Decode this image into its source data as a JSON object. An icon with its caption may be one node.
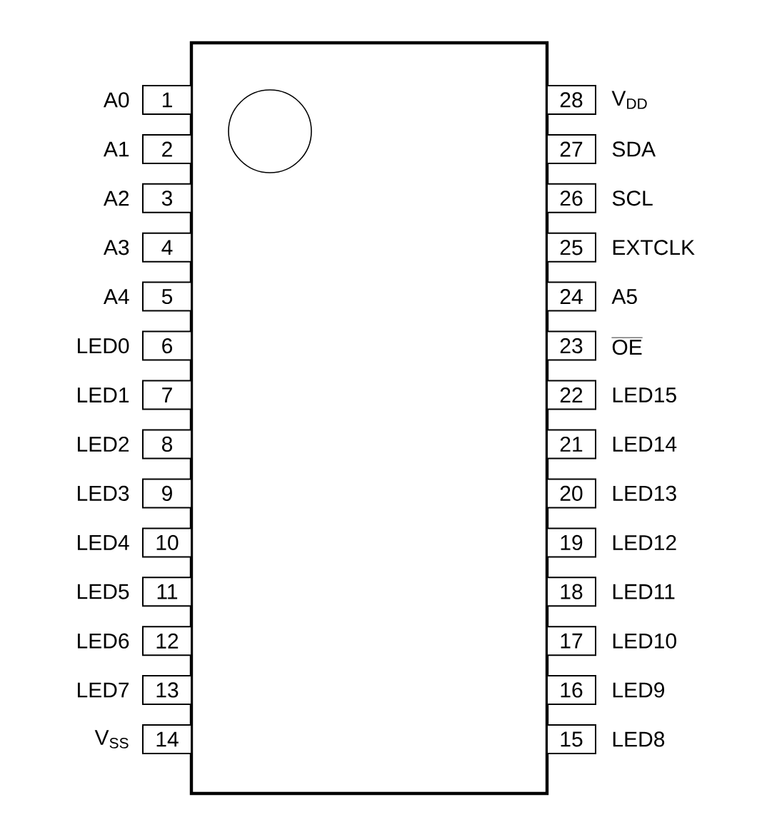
{
  "diagram": {
    "nodes": [
      {
        "text": [],
        "shape": "box"
      },
      {
        "text": [
          "1"
        ],
        "beside": [
          "A0"
        ]
      },
      {
        "text": [
          "2"
        ],
        "beside": [
          "A1"
        ]
      },
      {
        "text": [
          "3"
        ],
        "beside": [
          "A2"
        ]
      },
      {
        "text": [
          "4"
        ],
        "beside": [
          "A3"
        ]
      },
      {
        "text": [
          "5"
        ],
        "beside": [
          "A4"
        ]
      },
      {
        "text": [
          "6"
        ],
        "beside": [
          "LED0"
        ]
      },
      {
        "text": [
          "7"
        ],
        "beside": [
          "LED1"
        ]
      },
      {
        "text": [
          "8"
        ],
        "beside": [
          "LED2"
        ]
      },
      {
        "text": [
          "9"
        ],
        "beside": [
          "LED3"
        ]
      },
      {
        "text": [
          "10"
        ],
        "beside": [
          "LED4"
        ]
      },
      {
        "text": [
          "11"
        ],
        "beside": [
          "LED5"
        ]
      },
      {
        "text": [
          "12"
        ],
        "beside": [
          "LED6"
        ]
      },
      {
        "text": [
          "13"
        ],
        "beside": [
          "LED7"
        ]
      },
      {
        "text": [
          "14"
        ],
        "beside": [
          "V$_{SS}$"
        ]
      },
      {
        "text": [
          "28"
        ],
        "beside": [
          "V$_{DD}$"
        ]
      },
      {
        "text": [
          "27"
        ],
        "beside": [
          "SDA"
        ]
      },
      {
        "text": [
          "26"
        ],
        "beside": [
          "SCL"
        ]
      },
      {
        "text": [
          "25"
        ],
        "beside": [
          "EXTCLK"
        ]
      },
      {
        "text": [
          "24"
        ],
        "beside": [
          "A5"
        ]
      },
      {
        "text": [
          "23"
        ],
        "beside": [
          "\\overline{\\mbox{OE}}"
        ]
      },
      {
        "text": [
          "22"
        ],
        "beside": [
          "LED15"
        ]
      },
      {
        "text": [
          "21"
        ],
        "beside": [
          "LED14"
        ]
      },
      {
        "text": [
          "20"
        ],
        "beside": [
          "LED13"
        ]
      },
      {
        "text": [
          "19"
        ],
        "beside": [
          "LED12"
        ]
      },
      {
        "text": [
          "18"
        ],
        "beside": [
          "LED11"
        ]
      },
      {
        "text": [
          "17"
        ],
        "beside": [
          "LED10"
        ]
      },
      {
        "text": [
          "16"
        ],
        "beside": [
          "LED9"
        ]
      },
      {
        "text": [
          "15"
        ],
        "beside": [
          "LED8"
        ]
      }
    ]
  }
}
